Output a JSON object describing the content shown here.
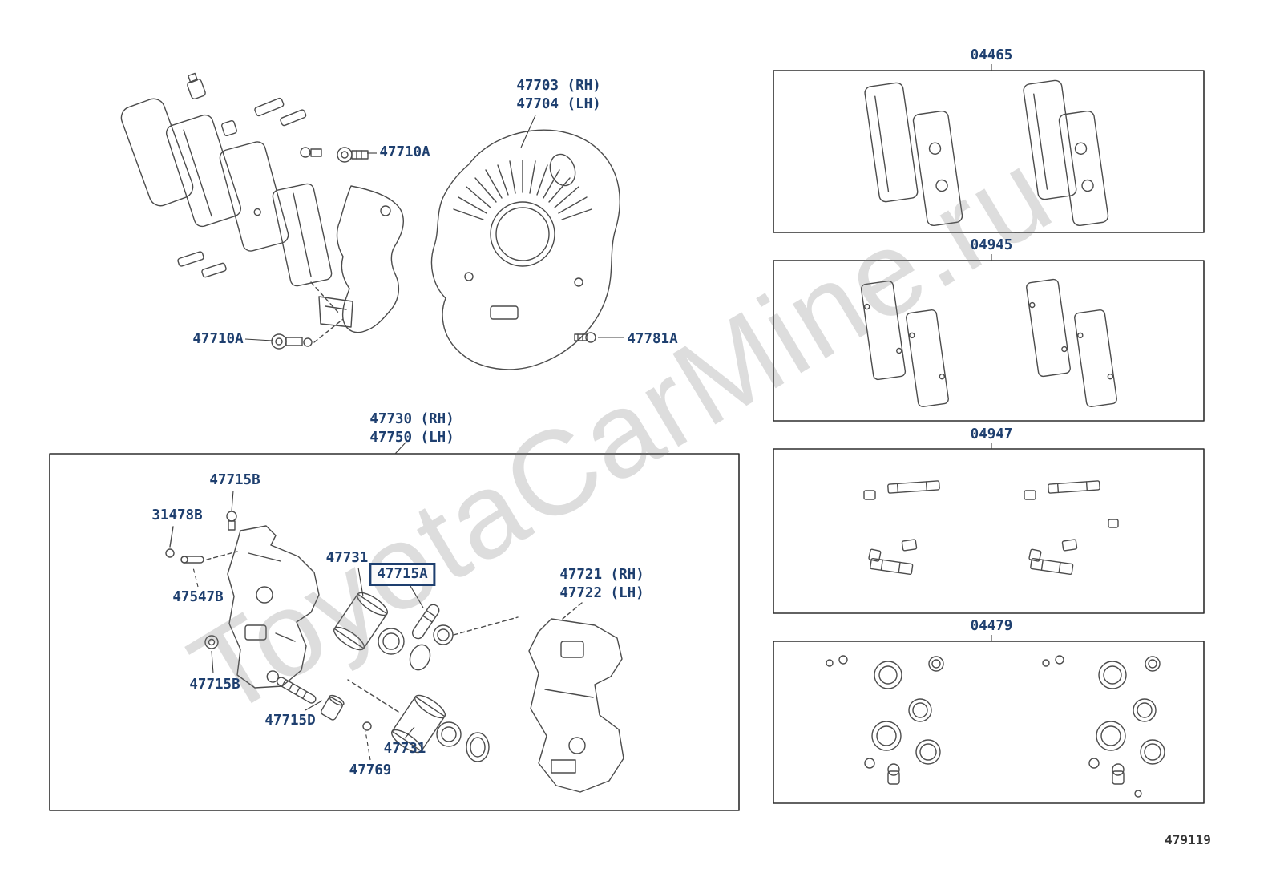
{
  "meta": {
    "drawing_number": "479119",
    "watermark": "ToyotaCarMine.ru",
    "accent_color": "#1e3f6f"
  },
  "callouts": {
    "dust_shield": {
      "line1": "47703 (RH)",
      "line2": "47704 (LH)"
    },
    "bolt_upper": "47710A",
    "bolt_lower": "47710A",
    "shield_bolt": "47781A",
    "caliper_assy": {
      "line1": "47730 (RH)",
      "line2": "47750 (LH)"
    },
    "bleeder_plug_upper": "47715B",
    "bleeder_cap": "31478B",
    "bleeder_screw": "47547B",
    "piston_upper": "47731",
    "slide_pin_highlighted": "47715A",
    "mounting_bracket": {
      "line1": "47721 (RH)",
      "line2": "47722 (LH)"
    },
    "bleeder_plug_lower": "47715B",
    "slide_bushing": "47715D",
    "piston_lower": "47731",
    "pin_boot": "47769"
  },
  "kits": {
    "brake_pads": "04465",
    "antisqueal_shims": "04945",
    "pad_fittings": "04947",
    "cylinder_seals": "04479"
  }
}
